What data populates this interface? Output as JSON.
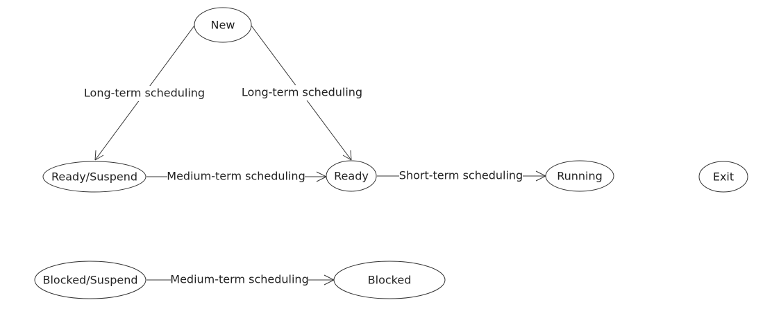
{
  "nodes": {
    "new": "New",
    "ready_suspend": "Ready/Suspend",
    "ready": "Ready",
    "running": "Running",
    "exit": "Exit",
    "blocked_suspend": "Blocked/Suspend",
    "blocked": "Blocked"
  },
  "edges": {
    "new_to_ready_suspend": "Long-term scheduling",
    "new_to_ready": "Long-term scheduling",
    "ready_suspend_to_ready": "Medium-term scheduling",
    "ready_to_running": "Short-term scheduling",
    "blocked_suspend_to_blocked": "Medium-term scheduling"
  },
  "colors": {
    "stroke": "#333333",
    "text": "#222222",
    "background": "#ffffff"
  }
}
